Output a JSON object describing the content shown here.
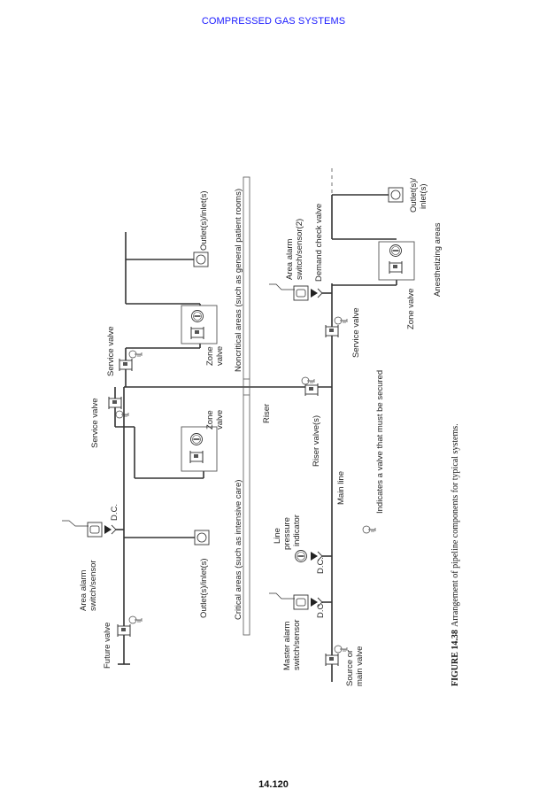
{
  "header": {
    "title": "COMPRESSED GAS SYSTEMS"
  },
  "page_number": "14.120",
  "figure": {
    "number": "FIGURE 14.38",
    "caption": "Arrangement of pipeline components for typical systems.",
    "labels": {
      "future_valve": "Future valve",
      "area_alarm_1": "Area alarm",
      "area_alarm_2": "switch/sensor",
      "dc": "D.C.",
      "outlets_critical": "Outlet(s)/inlet(s)",
      "service_valve": "Service valve",
      "zone_valve_1": "Zone",
      "zone_valve_2": "valve",
      "outlets_noncritical": "Outlet(s)/inlet(s)",
      "critical_areas": "Critical areas (such as intensive care)",
      "noncritical_areas": "Noncritical areas (such as general patient rooms)",
      "riser": "Riser",
      "master_alarm_1": "Master alarm",
      "master_alarm_2": "switch/sensor",
      "line_pressure_1": "Line",
      "line_pressure_2": "pressure",
      "line_pressure_3": "indicator",
      "riser_valves": "Riser valve(s)",
      "main_line": "Main line",
      "source_valve_1": "Source or",
      "source_valve_2": "main valve",
      "secured_legend": "Indicates a valve that must be secured",
      "area_alarm2_1": "Area alarm",
      "area_alarm2_2": "switch/sensor(2)",
      "demand_check_valve": "Demand check valve",
      "zone_valve_anes": "Zone valve",
      "outlets_anes_1": "Outlet(s)/",
      "outlets_anes_2": "inlet(s)",
      "anesthetizing_areas": "Anesthetizing areas"
    }
  }
}
